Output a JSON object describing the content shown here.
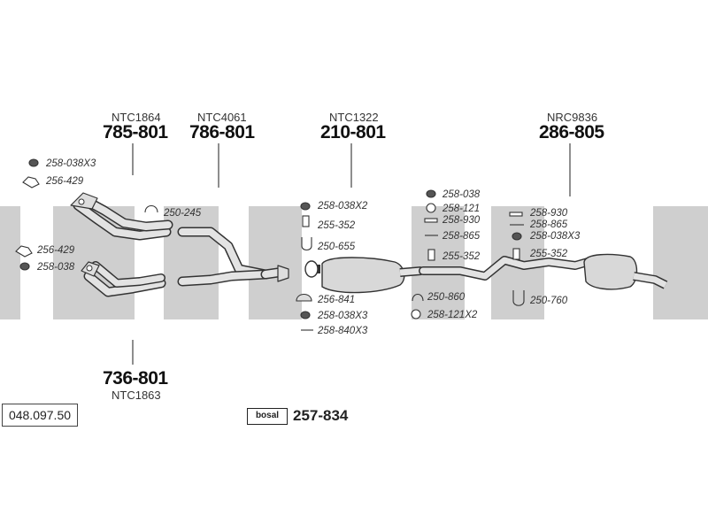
{
  "reference": "048.097.50",
  "brand_box": {
    "logo": "bosal",
    "number": "257-834"
  },
  "groups": [
    {
      "ntc": "NTC1864",
      "part_no": "785-801"
    },
    {
      "ntc": "NTC4061",
      "part_no": "786-801"
    },
    {
      "ntc": "NTC1322",
      "part_no": "210-801"
    },
    {
      "ntc": "NRC9836",
      "part_no": "286-805"
    },
    {
      "ntc": "NTC1863",
      "part_no": "736-801"
    }
  ],
  "fittings": [
    "258-038X3",
    "256-429",
    "250-245",
    "256-429",
    "258-038",
    "258-038X2",
    "255-352",
    "250-655",
    "256-841",
    "258-038X3",
    "258-840X3",
    "258-038",
    "258-121",
    "258-930",
    "258-865",
    "255-352",
    "250-860",
    "258-121X2",
    "258-930",
    "258-865",
    "258-038X3",
    "255-352",
    "250-760"
  ],
  "colors": {
    "watermark": "#c8c8c8",
    "pipe_fill": "#e3e3e3",
    "pipe_stroke": "#333333"
  }
}
